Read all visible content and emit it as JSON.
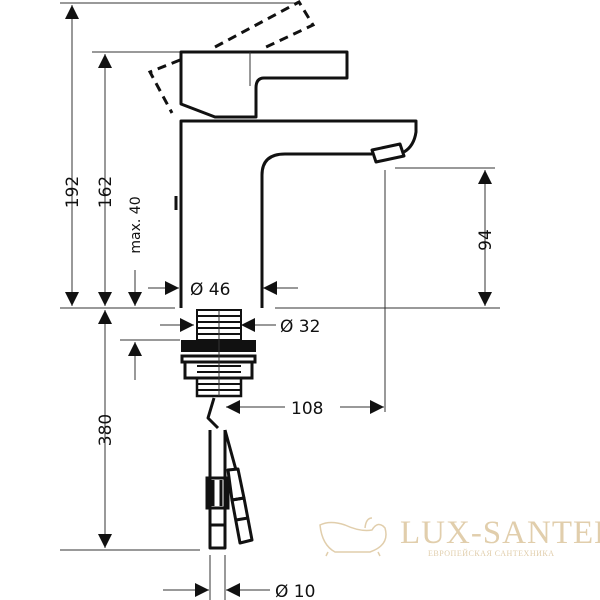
{
  "dimensions": {
    "overall_height": "192",
    "lever_height": "162",
    "popup_rod": "max. 40",
    "spout_height": "94",
    "body_diameter": "Ø 46",
    "thread_diameter": "Ø 32",
    "below_counter": "380",
    "spout_reach": "108",
    "hose_diameter": "Ø 10"
  },
  "watermark": {
    "brand": "LUX-SANTEH",
    "tagline": "ЕВРОПЕЙСКАЯ САНТЕХНИКА",
    "icon": "bathtub-icon",
    "color": "#dcc69e"
  }
}
